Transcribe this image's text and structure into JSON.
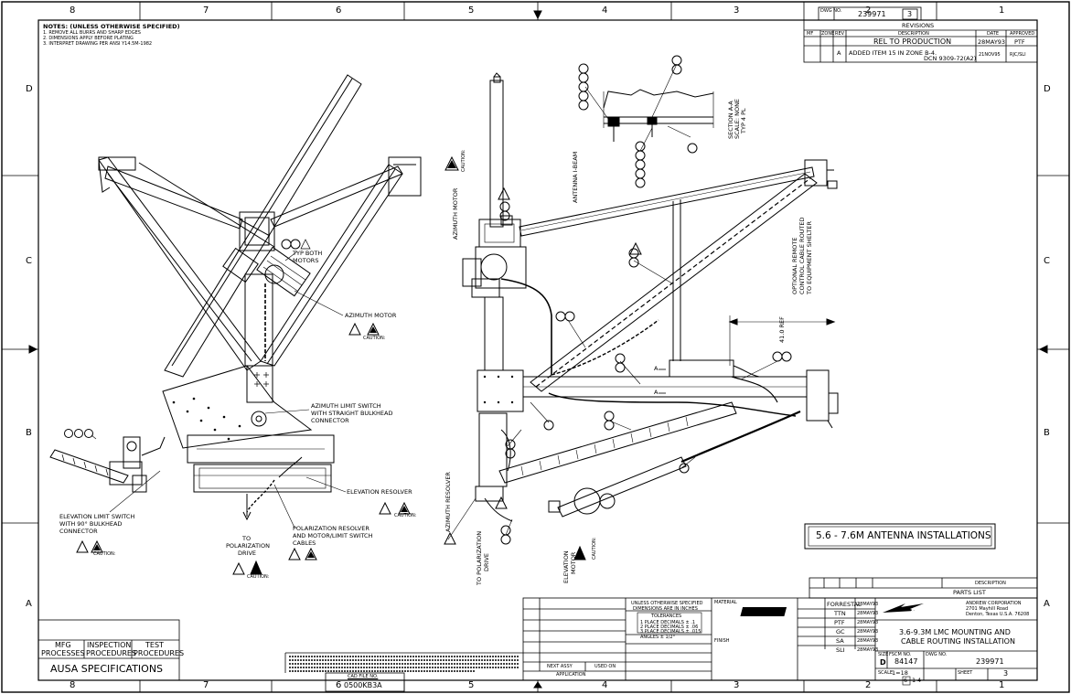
{
  "border": {
    "zones_top": [
      "8",
      "7",
      "6",
      "5",
      "4",
      "3",
      "2",
      "1"
    ],
    "zones_bottom": [
      "8",
      "7",
      "6",
      "5",
      "4",
      "3",
      "2",
      "1"
    ],
    "rows_left": [
      "D",
      "C",
      "B",
      "A"
    ],
    "rows_right": [
      "D",
      "C",
      "B",
      "A"
    ]
  },
  "notes": {
    "title": "NOTES: (UNLESS OTHERWISE SPECIFIED)",
    "line1": "1. REMOVE ALL BURRS AND SHARP EDGES",
    "line2": "2. DIMENSIONS APPLY BEFORE PLATING",
    "line3": "3. INTERPRET DRAWING PER ANSI Y14.5M-1982"
  },
  "drawing_no_block": {
    "dwg_label": "DWG NO.",
    "number": "239971",
    "sheet": "3"
  },
  "revisions": {
    "title": "REVISIONS",
    "headers": [
      "MF",
      "ZONE",
      "REV",
      "DESCRIPTION",
      "DATE",
      "APPROVED"
    ],
    "row1": {
      "description": "REL TO PRODUCTION",
      "date": "28MAY93",
      "approved": "PTF"
    },
    "row2": {
      "rev": "A",
      "description": "ADDED ITEM 15 IN ZONE B-4.",
      "description2": "DCN 9309-72(A2)",
      "date": "21NOV95",
      "approved": "RJC/SLI"
    }
  },
  "section": {
    "title": "SECTION A-A",
    "scale": "SCALE: NONE",
    "typ": "TYP 4 PL"
  },
  "labels": {
    "typ_both_motors": "TYP BOTH",
    "typ_both_motors2": "MOTORS",
    "azimuth_motor": "AZIMUTH MOTOR",
    "caution": "CAUTION:",
    "azimuth_limit_switch": "AZIMUTH LIMIT SWITCH",
    "azimuth_limit_switch2": "WITH STRAIGHT BULKHEAD",
    "azimuth_limit_switch3": "CONNECTOR",
    "elevation_resolver": "ELEVATION RESOLVER",
    "elevation_limit_switch": "ELEVATION LIMIT SWITCH",
    "elevation_limit_switch2": "WITH 90° BULKHEAD",
    "elevation_limit_switch3": "CONNECTOR",
    "to_polarization_drive": "TO",
    "to_polarization_drive2": "POLARIZATION",
    "to_polarization_drive3": "DRIVE",
    "polarization_resolver": "POLARIZATION RESOLVER",
    "polarization_resolver2": "AND MOTOR/LIMIT SWITCH",
    "polarization_resolver3": "CABLES",
    "azimuth_motor_v": "AZIMUTH MOTOR",
    "antenna_ibeam": "ANTENNA I-BEAM",
    "optional_remote": "OPTIONAL REMOTE",
    "optional_remote2": "CONTROL CABLE ROUTED",
    "optional_remote3": "TO EQUIPMENT SHELTER",
    "ref_dim": "41.0 REF",
    "azimuth_resolver": "AZIMUTH RESOLVER",
    "to_polarization_drive_v": "TO POLARIZATION",
    "to_polarization_drive_v2": "DRIVE",
    "elevation_motor_v": "ELEVATION",
    "elevation_motor_v2": "MOTOR",
    "section_mark": "A",
    "banner": "5.6 - 7.6M ANTENNA INSTALLATIONS"
  },
  "spec_block": {
    "mfg": "MFG",
    "mfg2": "PROCESSES",
    "inspection": "INSPECTION",
    "inspection2": "PROCEDURES",
    "test": "TEST",
    "test2": "PROCEDURES",
    "ausa": "AUSA SPECIFICATIONS"
  },
  "cad_file": {
    "label": "CAD FILE NO.",
    "value": "0500KB3A"
  },
  "tolerance_block": {
    "head1": "UNLESS OTHERWISE SPECIFIED",
    "head2": "DIMENSIONS ARE IN INCHES",
    "tolerances": "TOLERANCES",
    "tol1": "1 PLACE DECIMALS ± .1",
    "tol2": "2 PLACE DECIMALS ± .06",
    "tol3": "3 PLACE DECIMALS ± .015",
    "tol4": "ANGLES ± 1/2°",
    "material": "MATERIAL",
    "finish": "FINISH",
    "next_assy": "NEXT ASSY",
    "used_on": "USED ON",
    "application": "APPLICATION"
  },
  "parts_list": {
    "description": "DESCRIPTION",
    "title": "PARTS LIST"
  },
  "signatures": {
    "r1": {
      "name": "FORRESTAL",
      "date": "28MAY93"
    },
    "r2": {
      "name": "TTN",
      "date": "28MAY93"
    },
    "r3": {
      "name": "PTF",
      "date": "28MAY93"
    },
    "r4": {
      "name": "GC",
      "date": "28MAY93"
    },
    "r5": {
      "name": "SA",
      "date": "28MAY93"
    },
    "r6": {
      "name": "SLI",
      "date": "28MAY93"
    }
  },
  "company": {
    "logo_text": "ANDREW",
    "name": "ANDREW CORPORATION",
    "addr1": "2701 Mayhill Road",
    "addr2": "Denton, Texas U.S.A. 76208"
  },
  "title_block": {
    "title1": "3.6-9.3M LMC MOUNTING AND",
    "title2": "CABLE ROUTING INSTALLATION",
    "size": "D",
    "fscm": "84147",
    "dwg_no": "239971",
    "rev": "3",
    "scale_label": "SCALE",
    "scale": "1=18",
    "sheet_label": "SHEET",
    "sheet_boxes": [
      "6",
      "1",
      "4"
    ],
    "size_label": "SIZE",
    "fscm_label": "FSCM NO.",
    "dwg_label": "DWG NO."
  }
}
